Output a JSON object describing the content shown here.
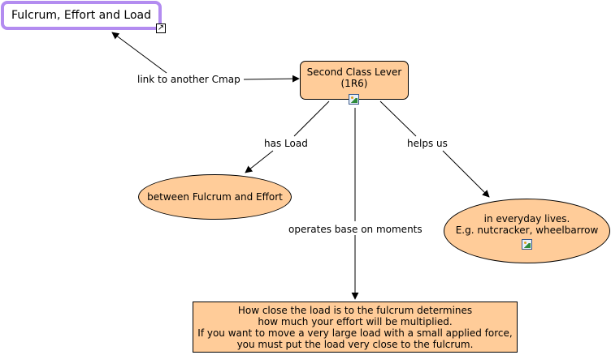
{
  "concepts": {
    "title_concept": "Fulcrum, Effort and Load",
    "main_line1": "Second Class Lever",
    "main_line2": "(1R6)",
    "load_concept": "between Fulcrum and Effort",
    "everyday_line1": "in everyday lives.",
    "everyday_line2": "E.g. nutcracker, wheelbarrow",
    "moments_line1": "How close the load is to the fulcrum determines",
    "moments_line2": "how much your effort will be multiplied.",
    "moments_line3": "If you want to move a very large load with a small applied force,",
    "moments_line4": "you must put the load very close to the fulcrum."
  },
  "links": {
    "link_to_cmap": "link to another Cmap",
    "has_load": "has Load",
    "helps_us": "helps us",
    "operates": "operates base on moments"
  },
  "icons": {
    "external_link": "external-link-icon",
    "image_resource": "image-resource-icon"
  },
  "colors": {
    "node_fill": "#ffcc99",
    "title_border": "#b38cf0"
  }
}
